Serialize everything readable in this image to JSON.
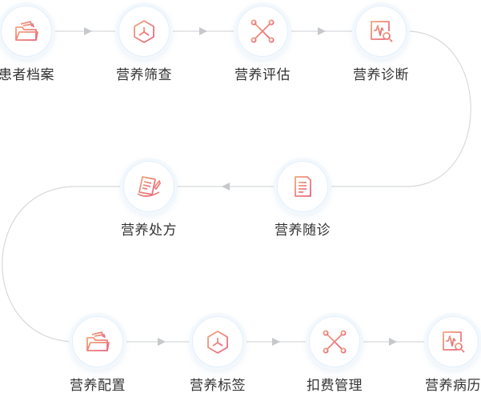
{
  "colors": {
    "icon_start": "#f0a57b",
    "icon_end": "#e8637d",
    "line": "#d7d9dc",
    "arrow": "#c6c8cb",
    "label": "#333333"
  },
  "steps": [
    {
      "label": "患者档案",
      "icon": "folder-icon"
    },
    {
      "label": "营养筛查",
      "icon": "cube-icon"
    },
    {
      "label": "营养评估",
      "icon": "network-icon"
    },
    {
      "label": "营养诊断",
      "icon": "chart-search-icon"
    },
    {
      "label": "营养随诊",
      "icon": "clipboard-icon"
    },
    {
      "label": "营养处方",
      "icon": "prescription-pen-icon"
    },
    {
      "label": "营养配置",
      "icon": "folder-icon"
    },
    {
      "label": "营养标签",
      "icon": "cube-icon"
    },
    {
      "label": "扣费管理",
      "icon": "network-icon"
    },
    {
      "label": "营养病历",
      "icon": "chart-search-icon"
    }
  ]
}
